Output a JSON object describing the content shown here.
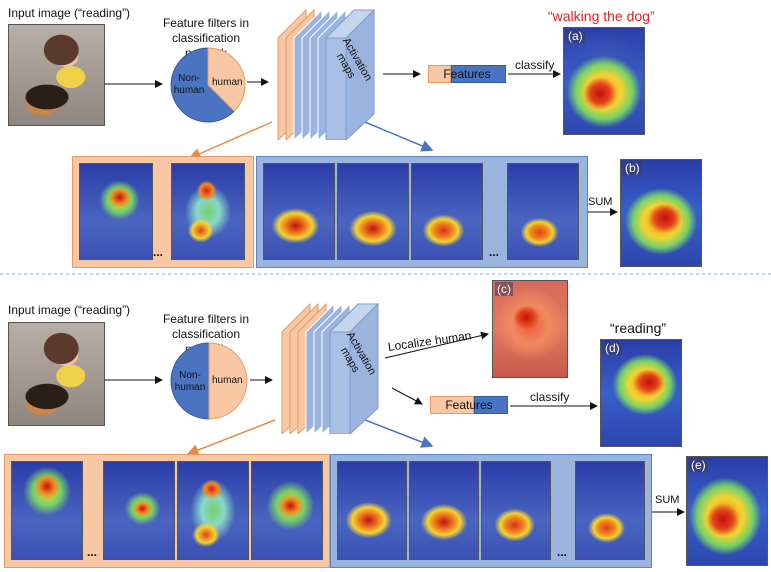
{
  "top": {
    "input_label": "Input image (“reading”)",
    "filters_label_line1": "Feature filters in",
    "filters_label_line2": "classification network",
    "pie_nonhuman_1": "Non-",
    "pie_nonhuman_2": "human",
    "pie_human": "human",
    "activation_label_1": "Activation",
    "activation_label_2": "maps",
    "features": "Features",
    "classify": "classify",
    "result_quote": "“walking the dog”",
    "label_a": "(a)",
    "label_b": "(b)",
    "sum": "SUM",
    "ellipsis_1": "...",
    "ellipsis_2": "..."
  },
  "bottom": {
    "input_label": "Input image (“reading”)",
    "filters_label_line1": "Feature filters in",
    "filters_label_line2": "classification network",
    "pie_nonhuman_1": "Non-",
    "pie_nonhuman_2": "human",
    "pie_human": "human",
    "activation_label_1": "Activation",
    "activation_label_2": "maps",
    "localize": "Localize human",
    "features": "Features",
    "classify": "classify",
    "result_quote": "“reading”",
    "label_c": "(c)",
    "label_d": "(d)",
    "label_e": "(e)",
    "sum": "SUM",
    "ellipsis_1": "...",
    "ellipsis_2": "..."
  },
  "colors": {
    "orange_fill": "#f7c8a3",
    "orange_line": "#e88a45",
    "blue_fill": "#9bb4de",
    "blue_dark": "#4a74c2",
    "red_text": "#e02020",
    "divider": "#7ab0d8"
  }
}
